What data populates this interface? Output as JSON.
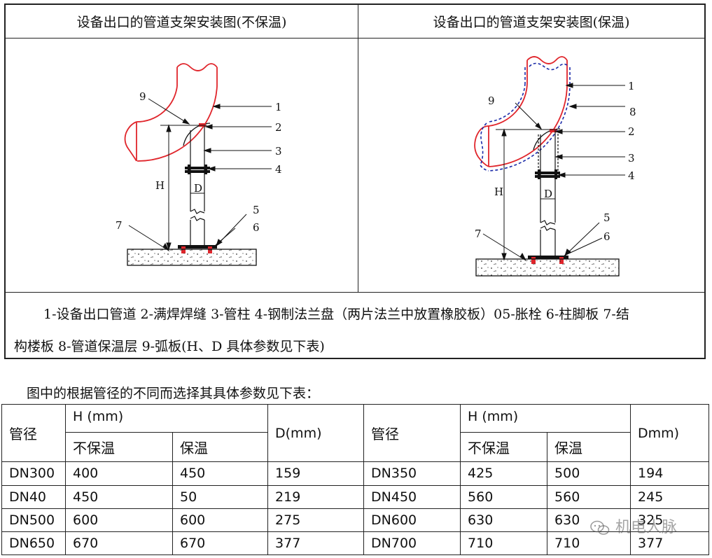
{
  "header": {
    "left_title": "设备出口的管道支架安装图(不保温)",
    "right_title": "设备出口的管道支架安装图(保温)"
  },
  "diagram_left": {
    "labels": [
      "1",
      "2",
      "3",
      "4",
      "5",
      "6",
      "7",
      "9"
    ],
    "dim_h": "H",
    "dim_d": "D"
  },
  "diagram_right": {
    "labels": [
      "1",
      "8",
      "2",
      "3",
      "4",
      "5",
      "6",
      "7",
      "9"
    ],
    "dim_h": "H",
    "dim_d": "D"
  },
  "legend": {
    "line1": "1-设备出口管道 2-满焊焊缝 3-管柱 4-钢制法兰盘（两片法兰中放置橡胶板）05-胀栓 6-柱脚板 7-结",
    "line2": "构楼板 8-管道保温层 9-弧板(H、D 具体参数见下表)"
  },
  "caption": "图中的根据管径的不同而选择其具体参数见下表：",
  "table": {
    "header": {
      "pipe_dia": "管径",
      "h_mm": "H (mm)",
      "no_insulation": "不保温",
      "insulation": "保温",
      "d_mm_left": "D(mm)",
      "d_mm_right": "Dmm)"
    },
    "rows": [
      [
        "DN300",
        "400",
        "450",
        "159",
        "DN350",
        "425",
        "500",
        "194"
      ],
      [
        "DN40",
        "450",
        "50",
        "219",
        "DN450",
        "560",
        "560",
        "245"
      ],
      [
        "DN500",
        "600",
        "600",
        "275",
        "DN600",
        "630",
        "630",
        "325"
      ],
      [
        "DN650",
        "670",
        "670",
        "377",
        "DN700",
        "710",
        "710",
        "377"
      ]
    ]
  },
  "watermark": {
    "text": "机电人脉",
    "icon": "wechat-icon"
  },
  "colors": {
    "pipe": "#e0252b",
    "insulation": "#1a2aa8",
    "line": "#111111"
  }
}
